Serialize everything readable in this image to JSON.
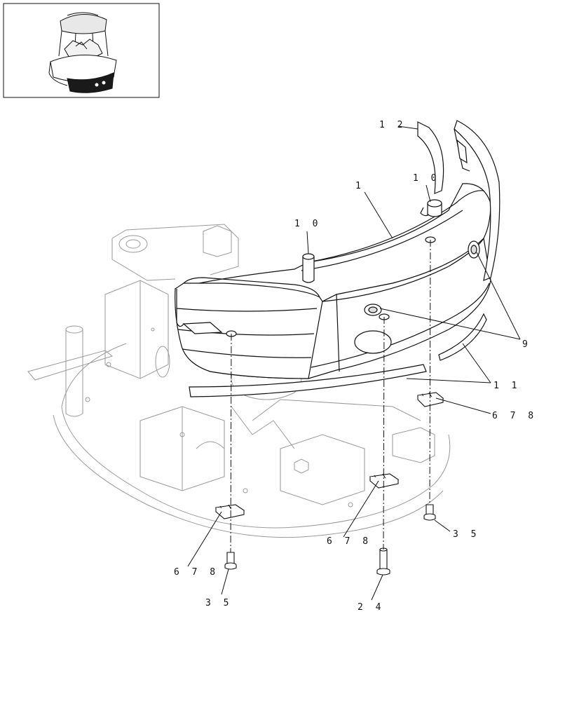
{
  "diagram": {
    "callouts": {
      "c12": "1 2",
      "c1": "1",
      "c10_right": "1 0",
      "c10_left": "1 0",
      "c9": "9",
      "c11": "1 1",
      "c678_right": "6 7 8",
      "c678_mid": "6 7 8",
      "c678_left": "6 7 8",
      "c35_right": "3 5",
      "c35_left": "3 5",
      "c24": "2 4"
    },
    "colors": {
      "line": "#111111",
      "frame_faint": "#9a9a9a",
      "counterweight_fill": "#ffffff",
      "thumbnail_dark": "#1a1a1a"
    }
  }
}
